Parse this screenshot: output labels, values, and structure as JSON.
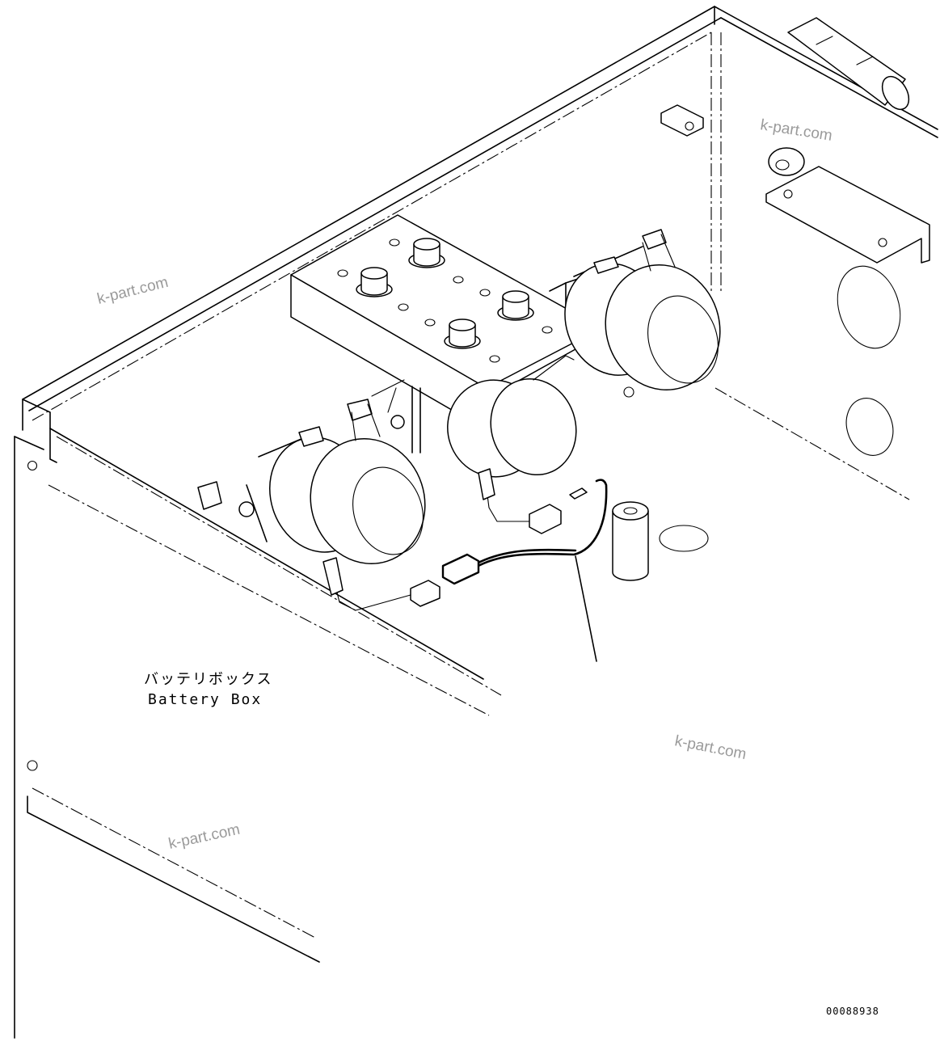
{
  "labels": {
    "battery_box_jp": "バッテリボックス",
    "battery_box_en": "Battery Box"
  },
  "watermarks": [
    "k-part.com",
    "k-part.com",
    "k-part.com",
    "k-part.com"
  ],
  "drawing_number": "00088938",
  "colors": {
    "line": "#000000",
    "background": "#ffffff",
    "watermark": "#9a9a9a"
  }
}
